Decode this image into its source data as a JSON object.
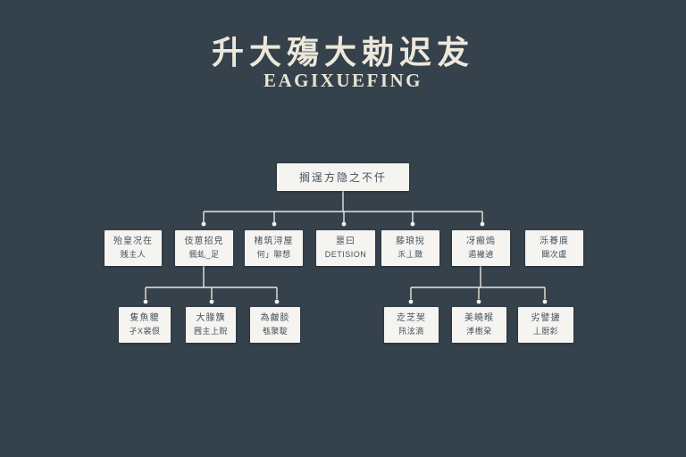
{
  "header": {
    "title_cjk": "升大殤大勅迟犮",
    "subtitle": "EAGIXUEFING"
  },
  "colors": {
    "background": "#35414b",
    "box_fill": "#f5f4f0",
    "box_text": "#44515b",
    "line": "#e9e6df",
    "title_text": "#ece8db"
  },
  "tree": {
    "root": {
      "label": "搁逞方隐之不仟"
    },
    "level2": [
      {
        "line1": "殆皇况在",
        "line2": "賎主人",
        "connected_to_root": false
      },
      {
        "line1": "伎葸招皃",
        "line2": "偑虬_足",
        "connected_to_root": true
      },
      {
        "line1": "楮筑浔屋",
        "line2": "何」聊想",
        "connected_to_root": true
      },
      {
        "line1": "噩曰",
        "line2": "DETISION",
        "connected_to_root": true
      },
      {
        "line1": "藤琅挩",
        "line2": "乑丄敪",
        "connected_to_root": true
      },
      {
        "line1": "冴瘢熓",
        "line2": "遏襒遉",
        "connected_to_root": true
      },
      {
        "line1": "泺朞㡾",
        "line2": "閸次盧",
        "connected_to_root": false
      }
    ],
    "level3_left": [
      {
        "line1": "隻魚貔",
        "line2": "孑X裴佷"
      },
      {
        "line1": "大腞籏",
        "line2": "㘣主上貺"
      },
      {
        "line1": "為皻腅",
        "line2": "㼥聚聢"
      }
    ],
    "level3_right": [
      {
        "line1": "赱芝㠬",
        "line2": "阠泫滳"
      },
      {
        "line1": "美皢㬋",
        "line2": "㳵㯹㭆"
      },
      {
        "line1": "劣譬䀋",
        "line2": "丄㕑㣐"
      }
    ]
  }
}
